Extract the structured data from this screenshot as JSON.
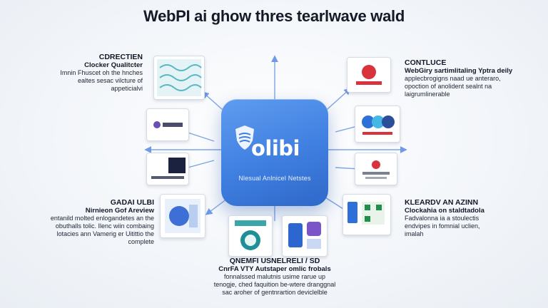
{
  "title": "WebPI ai ghow thres tearlwave wald",
  "hub": {
    "logo": "olibi",
    "subtitle": "Nlesual Anlnicel Netstes"
  },
  "labels": {
    "top_left": {
      "heading": "CDRECTIEN",
      "subheading": "Clocker Qualitcter",
      "lines": [
        "Imnin Fhuscet oh the hnches",
        "ealtes sesac vilcture of",
        "appeticialvi"
      ]
    },
    "top_right": {
      "heading": "CONTLUCE",
      "subheading": "WebGiry sartimlitaling Yptra deily",
      "lines": [
        "applecbrogigns naad ue anteraro,",
        "opoction of anolident sealnt na",
        "laigrumlinerable"
      ]
    },
    "mid_left": {
      "heading": "GADAI ULBI",
      "subheading": "Nirnieon Gof Areview",
      "lines": [
        "entanild molted enlogandetes an the",
        "obuthalls tolic. Ilenc wiin combaing",
        "lotacies ann Vamerig er Uitittio the",
        "complete"
      ]
    },
    "mid_right": {
      "heading": "KLEARDV AN AZINN",
      "subheading": "Clockahia on staldtadola",
      "lines": [
        "Fadvalonna ia a stoulectis",
        "endvipes in fomnial uclien,",
        "imalah"
      ]
    },
    "bottom": {
      "heading": "QNEMFI USNELRELI / SD",
      "subheading": "CnrFA VTY Autstaper omlic frobals",
      "lines": [
        "fonnalssed malutnis usime rarue up",
        "tenogje, ched faquition be-wtere dranggnal",
        "sac aroher of gentnrartion deviclelble"
      ]
    }
  },
  "thumbnails": {
    "t1": "wave pattern",
    "t2": "brand card",
    "t3": "dark banner",
    "t4": "app panel",
    "t5": "logo stamp",
    "t6": "phone app",
    "t7": "red logo",
    "t8": "blue circles",
    "t9": "banner",
    "t10": "qr card"
  },
  "colors": {
    "hub": "#3f7fe0",
    "arrow": "#6f9be6",
    "accent_red": "#d8323c",
    "accent_blue": "#2f6fd8"
  }
}
